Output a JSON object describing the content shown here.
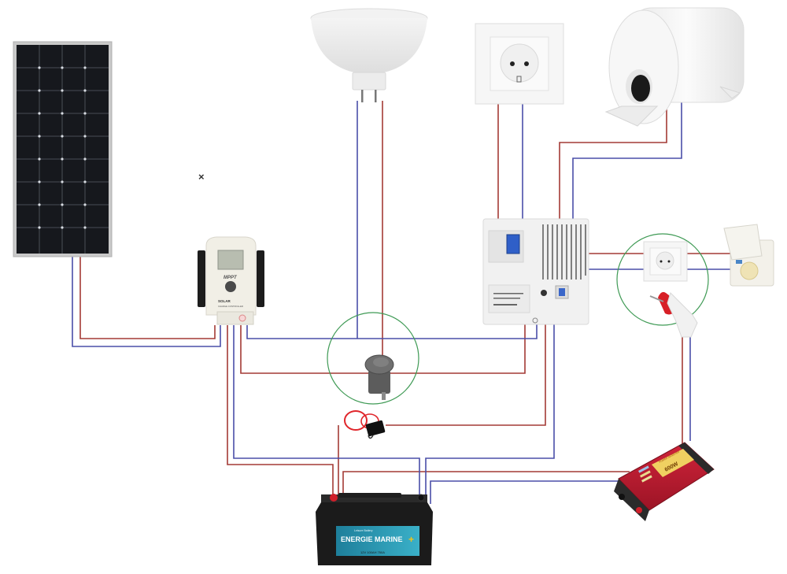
{
  "diagram": {
    "title": "Camper / boat 12V solar and 230V wiring diagram",
    "wire_colors": {
      "positive": "#a33a35",
      "negative": "#4a4ea8",
      "highlight_circle": "#3f9a55"
    },
    "components": [
      {
        "id": "solar-panel",
        "name": "Solar panel",
        "label": ""
      },
      {
        "id": "charge-controller",
        "name": "MPPT charge controller",
        "label": "MPPT",
        "brand": "SOLAR",
        "subtitle": "CHARGE CONTROLLER"
      },
      {
        "id": "led-bulb",
        "name": "12V LED bulb (MR16)",
        "label": ""
      },
      {
        "id": "wall-socket",
        "name": "230V wall socket",
        "label": ""
      },
      {
        "id": "water-heater",
        "name": "Water heater / boiler",
        "label": ""
      },
      {
        "id": "distribution-box",
        "name": "Distribution box with breaker and charger",
        "label": ""
      },
      {
        "id": "socket-adapter",
        "name": "Socket with CEE plug adapter",
        "label": ""
      },
      {
        "id": "shore-inlet",
        "name": "Shore power inlet",
        "label": ""
      },
      {
        "id": "rocker-switch",
        "name": "Rocker switch",
        "label": ""
      },
      {
        "id": "fuse-holder",
        "name": "Inline fuse holder",
        "label": ""
      },
      {
        "id": "battery",
        "name": "Marine battery",
        "label": "ENERGIE MARINE",
        "plus": "+",
        "bottom_text": "12V 100AH 750A",
        "top_band": "Leisure Battery"
      },
      {
        "id": "inverter",
        "name": "Power inverter",
        "label": "600W",
        "band": "POWER INVERTER"
      }
    ],
    "stray_marker": "×"
  }
}
